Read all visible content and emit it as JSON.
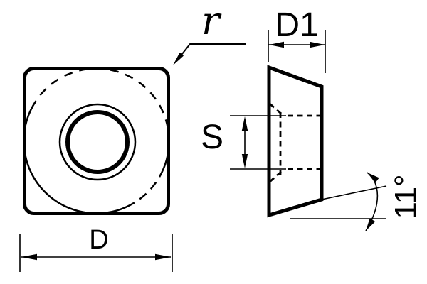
{
  "drawing": {
    "kind": "technical-drawing",
    "colors": {
      "line": "#000000",
      "background": "#ffffff"
    },
    "labels": {
      "corner_radius": "r",
      "top_width": "D1",
      "thickness": "S",
      "width": "D",
      "clearance_angle": "11°"
    }
  }
}
